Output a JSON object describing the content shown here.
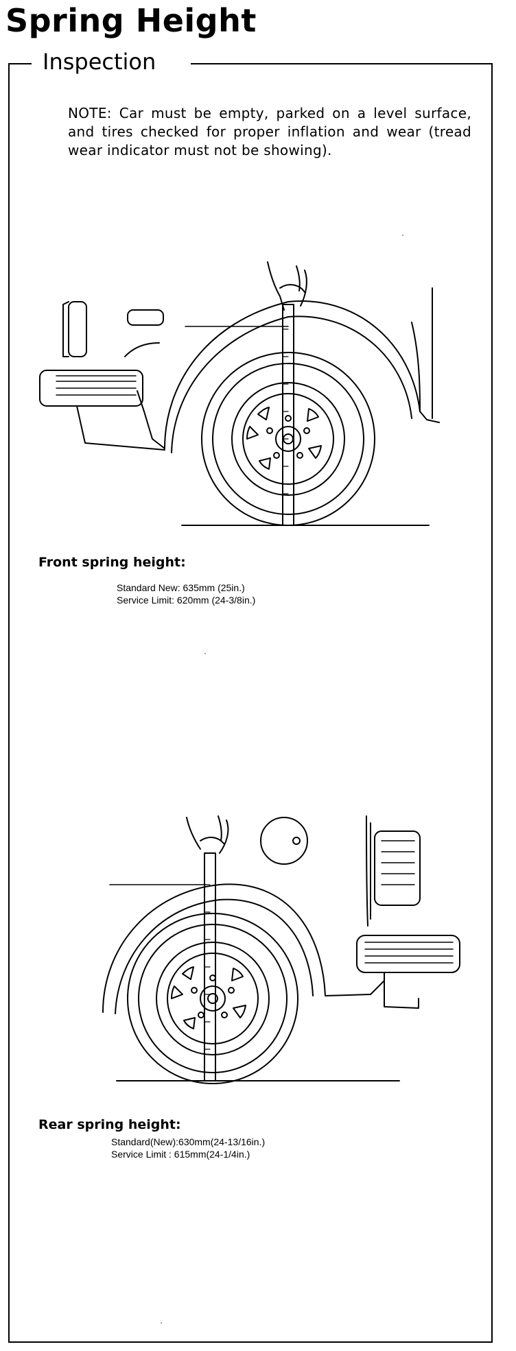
{
  "page": {
    "title": "Spring Height"
  },
  "section": {
    "heading": "Inspection",
    "note": "NOTE: Car must be empty, parked on a level surface, and tires checked for proper inflation and wear (tread wear indicator must not be showing)."
  },
  "front": {
    "heading": "Front spring height:",
    "specs": [
      "Standard New: 635mm (25in.)",
      "Service Limit: 620mm (24-3/8in.)"
    ]
  },
  "rear": {
    "heading": "Rear spring height:",
    "specs": [
      "Standard(New):630mm(24-13/16in.)",
      "Service Limit : 615mm(24-1/4in.)"
    ]
  }
}
